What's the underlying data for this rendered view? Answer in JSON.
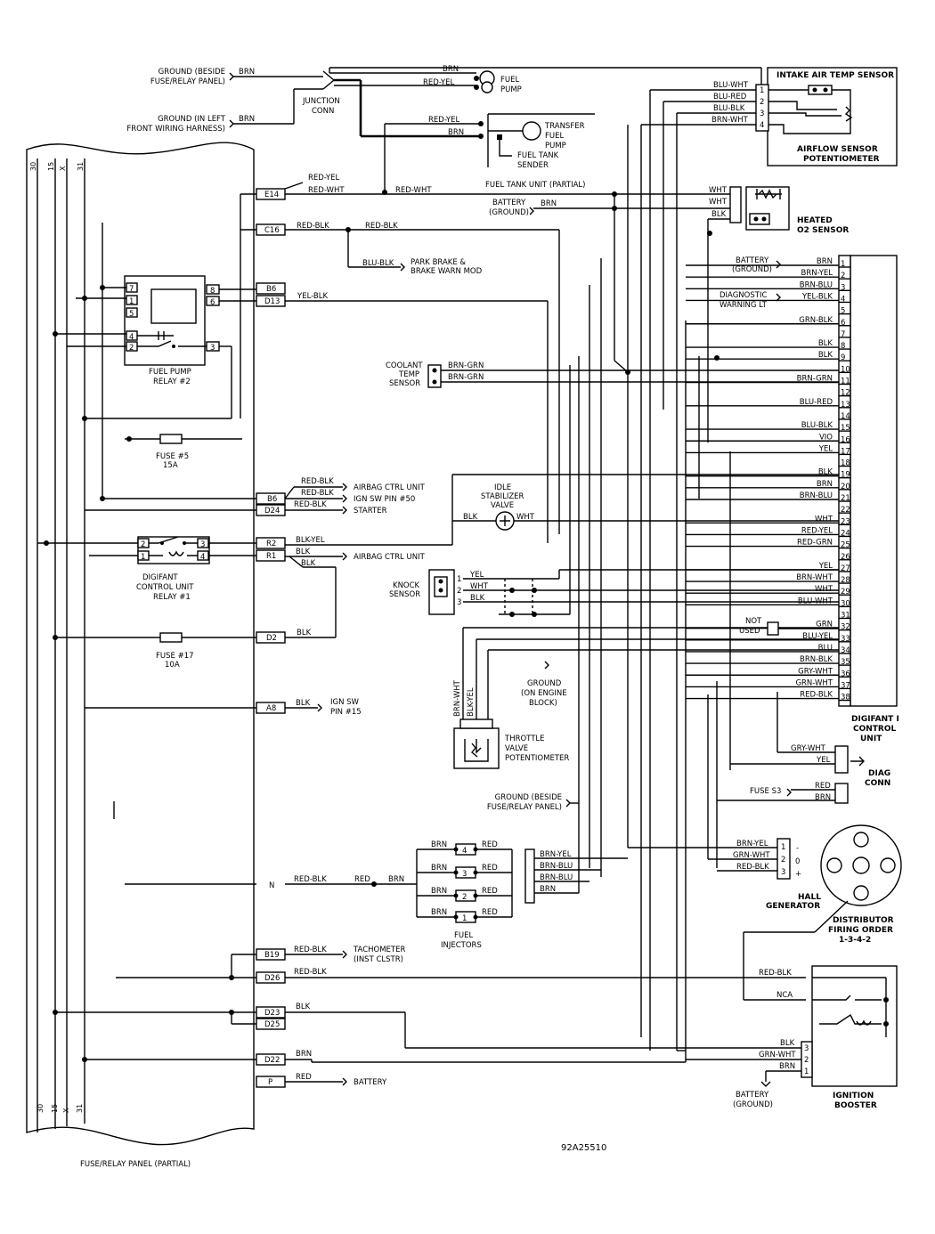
{
  "figure_id": "92A25510",
  "panel": {
    "label": "FUSE/RELAY PANEL (PARTIAL)",
    "rail_labels": [
      "30",
      "15",
      "X",
      "31"
    ],
    "connectors": [
      "E14",
      "C16",
      "B6",
      "D13",
      "B6",
      "D24",
      "R2",
      "R1",
      "D2",
      "A8",
      "N",
      "B19",
      "D26",
      "D23",
      "D25",
      "D22",
      "P"
    ],
    "fuse5": {
      "label": "FUSE #5",
      "rating": "15A"
    },
    "fuse17": {
      "label": "FUSE #17",
      "rating": "10A"
    },
    "relay2": {
      "label1": "FUEL PUMP",
      "label2": "RELAY #2",
      "pins": [
        "7",
        "1",
        "5",
        "4",
        "2",
        "8",
        "6",
        "3"
      ]
    },
    "relay1": {
      "label1": "DIGIFANT",
      "label2": "CONTROL UNIT",
      "label3": "RELAY #1",
      "pins": [
        "2",
        "1",
        "3",
        "4"
      ]
    }
  },
  "top": {
    "ground_beside": [
      "GROUND (BESIDE",
      "FUSE/RELAY PANEL)"
    ],
    "ground_left": [
      "GROUND (IN LEFT",
      "FRONT WIRING HARNESS)"
    ],
    "junction": [
      "JUNCTION",
      "CONN"
    ],
    "fuel_pump": [
      "FUEL",
      "PUMP"
    ],
    "transfer_pump": [
      "TRANSFER",
      "FUEL",
      "PUMP"
    ],
    "tank_sender": [
      "FUEL TANK",
      "SENDER"
    ],
    "tank_unit": "FUEL TANK UNIT (PARTIAL)",
    "battery_ground": [
      "BATTERY",
      "(GROUND)"
    ]
  },
  "components": {
    "intake_air": "INTAKE AIR TEMP SENSOR",
    "airflow": [
      "AIRFLOW SENSOR",
      "POTENTIOMETER"
    ],
    "o2": [
      "HEATED",
      "O2 SENSOR"
    ],
    "park_brake": [
      "PARK BRAKE &",
      "BRAKE WARN MOD"
    ],
    "diag_lt": [
      "DIAGNOSTIC",
      "WARNING LT"
    ],
    "coolant": [
      "COOLANT",
      "TEMP",
      "SENSOR"
    ],
    "airbag": "AIRBAG CTRL UNIT",
    "ign60": "IGN SW PIN #50",
    "starter": "STARTER",
    "idle": [
      "IDLE",
      "STABILIZER",
      "VALVE"
    ],
    "knock": [
      "KNOCK",
      "SENSOR"
    ],
    "engine_gnd": [
      "GROUND",
      "(ON ENGINE",
      "BLOCK)"
    ],
    "ign15": [
      "IGN SW",
      "PIN #15"
    ],
    "throttle": [
      "THROTTLE",
      "VALVE",
      "POTENTIOMETER"
    ],
    "not_used": [
      "NOT",
      "USED"
    ],
    "ecu": [
      "DIGIFANT I",
      "CONTROL",
      "UNIT"
    ],
    "diag_conn": [
      "DIAG",
      "CONN"
    ],
    "fuse_s3": "FUSE S3",
    "ground_beside2": [
      "GROUND (BESIDE",
      "FUSE/RELAY PANEL)"
    ],
    "tach": [
      "TACHOMETER",
      "(INST CLSTR)"
    ],
    "injectors": [
      "FUEL",
      "INJECTORS"
    ],
    "hall": [
      "HALL",
      "GENERATOR"
    ],
    "distributor": [
      "DISTRIBUTOR",
      "FIRING ORDER",
      "1-3-4-2"
    ],
    "battery": "BATTERY",
    "booster": [
      "IGNITION",
      "BOOSTER"
    ],
    "battery_gnd2": [
      "BATTERY",
      "(GROUND)"
    ]
  },
  "ecu_pins": [
    {
      "pin": "1",
      "wire": "BRN"
    },
    {
      "pin": "2",
      "wire": "BRN-YEL"
    },
    {
      "pin": "3",
      "wire": "BRN-BLU"
    },
    {
      "pin": "4",
      "wire": "YEL-BLK"
    },
    {
      "pin": "5",
      "wire": ""
    },
    {
      "pin": "6",
      "wire": "GRN-BLK"
    },
    {
      "pin": "7",
      "wire": ""
    },
    {
      "pin": "8",
      "wire": "BLK"
    },
    {
      "pin": "9",
      "wire": "BLK"
    },
    {
      "pin": "10",
      "wire": ""
    },
    {
      "pin": "11",
      "wire": "BRN-GRN"
    },
    {
      "pin": "12",
      "wire": ""
    },
    {
      "pin": "13",
      "wire": "BLU-RED"
    },
    {
      "pin": "14",
      "wire": ""
    },
    {
      "pin": "15",
      "wire": "BLU-BLK"
    },
    {
      "pin": "16",
      "wire": "VIO"
    },
    {
      "pin": "17",
      "wire": "YEL"
    },
    {
      "pin": "18",
      "wire": ""
    },
    {
      "pin": "19",
      "wire": "BLK"
    },
    {
      "pin": "20",
      "wire": "BRN"
    },
    {
      "pin": "21",
      "wire": "BRN-BLU"
    },
    {
      "pin": "22",
      "wire": ""
    },
    {
      "pin": "23",
      "wire": "WHT"
    },
    {
      "pin": "24",
      "wire": "RED-YEL"
    },
    {
      "pin": "25",
      "wire": "RED-GRN"
    },
    {
      "pin": "26",
      "wire": ""
    },
    {
      "pin": "27",
      "wire": "YEL"
    },
    {
      "pin": "28",
      "wire": "BRN-WHT"
    },
    {
      "pin": "29",
      "wire": "WHT"
    },
    {
      "pin": "30",
      "wire": "BLU-WHT"
    },
    {
      "pin": "31",
      "wire": ""
    },
    {
      "pin": "32",
      "wire": "GRN"
    },
    {
      "pin": "33",
      "wire": "BLU-YEL"
    },
    {
      "pin": "34",
      "wire": "BLU"
    },
    {
      "pin": "35",
      "wire": "BRN-BLK"
    },
    {
      "pin": "36",
      "wire": "GRY-WHT"
    },
    {
      "pin": "37",
      "wire": "GRN-WHT"
    },
    {
      "pin": "38",
      "wire": "RED-BLK"
    }
  ],
  "wire_labels": [
    {
      "id": "w1",
      "text": "BRN"
    },
    {
      "id": "w2",
      "text": "BRN"
    },
    {
      "id": "w3",
      "text": "BRN"
    },
    {
      "id": "w4",
      "text": "RED-YEL"
    },
    {
      "id": "w5",
      "text": "RED-YEL"
    },
    {
      "id": "w6",
      "text": "BRN"
    },
    {
      "id": "w7",
      "text": "RED-YEL"
    },
    {
      "id": "w8",
      "text": "RED-WHT"
    },
    {
      "id": "w9",
      "text": "RED-WHT"
    },
    {
      "id": "w10",
      "text": "BRN"
    },
    {
      "id": "w11",
      "text": "RED-BLK"
    },
    {
      "id": "w12",
      "text": "RED-BLK"
    },
    {
      "id": "w13",
      "text": "BLU-BLK"
    },
    {
      "id": "w14",
      "text": "YEL-BLK"
    },
    {
      "id": "w15",
      "text": "BLU-WHT"
    },
    {
      "id": "w16",
      "text": "BLU-RED"
    },
    {
      "id": "w17",
      "text": "BLU-BLK"
    },
    {
      "id": "w18",
      "text": "BRN-WHT"
    },
    {
      "id": "w19",
      "text": "WHT"
    },
    {
      "id": "w20",
      "text": "WHT"
    },
    {
      "id": "w21",
      "text": "BLK"
    },
    {
      "id": "w22",
      "text": "BRN-GRN"
    },
    {
      "id": "w23",
      "text": "BRN-GRN"
    },
    {
      "id": "w24",
      "text": "RED-BLK"
    },
    {
      "id": "w25",
      "text": "RED-BLK"
    },
    {
      "id": "w26",
      "text": "RED-BLK"
    },
    {
      "id": "w27",
      "text": "BLK"
    },
    {
      "id": "w28",
      "text": "WHT"
    },
    {
      "id": "w29",
      "text": "BLK-YEL"
    },
    {
      "id": "w30",
      "text": "BLK"
    },
    {
      "id": "w31",
      "text": "BLK"
    },
    {
      "id": "w32",
      "text": "YEL"
    },
    {
      "id": "w33",
      "text": "WHT"
    },
    {
      "id": "w34",
      "text": "BLK"
    },
    {
      "id": "w35",
      "text": "BLK"
    },
    {
      "id": "w36",
      "text": "BLK"
    },
    {
      "id": "w37",
      "text": "BRN-WHT"
    },
    {
      "id": "w38",
      "text": "BLK-YEL"
    },
    {
      "id": "w39",
      "text": "GRY-WHT"
    },
    {
      "id": "w40",
      "text": "YEL"
    },
    {
      "id": "w41",
      "text": "RED"
    },
    {
      "id": "w42",
      "text": "BRN"
    },
    {
      "id": "w43",
      "text": "RED-BLK"
    },
    {
      "id": "w44",
      "text": "RED"
    },
    {
      "id": "w45",
      "text": "BRN"
    },
    {
      "id": "w46",
      "text": "BRN"
    },
    {
      "id": "w47",
      "text": "RED"
    },
    {
      "id": "w48",
      "text": "BRN"
    },
    {
      "id": "w49",
      "text": "RED"
    },
    {
      "id": "w50",
      "text": "BRN"
    },
    {
      "id": "w51",
      "text": "RED"
    },
    {
      "id": "w52",
      "text": "BRN"
    },
    {
      "id": "w53",
      "text": "RED"
    },
    {
      "id": "w54",
      "text": "BRN-YEL"
    },
    {
      "id": "w55",
      "text": "BRN-BLU"
    },
    {
      "id": "w56",
      "text": "BRN-BLU"
    },
    {
      "id": "w57",
      "text": "BRN"
    },
    {
      "id": "w58",
      "text": "BRN-YEL"
    },
    {
      "id": "w59",
      "text": "GRN-WHT"
    },
    {
      "id": "w60",
      "text": "RED-BLK"
    },
    {
      "id": "w61",
      "text": "RED-BLK"
    },
    {
      "id": "w62",
      "text": "RED-BLK"
    },
    {
      "id": "w63",
      "text": "NCA"
    },
    {
      "id": "w64",
      "text": "BLK"
    },
    {
      "id": "w65",
      "text": "BLK"
    },
    {
      "id": "w66",
      "text": "GRN-WHT"
    },
    {
      "id": "w67",
      "text": "BRN"
    },
    {
      "id": "w68",
      "text": "BRN"
    },
    {
      "id": "w69",
      "text": "RED"
    },
    {
      "id": "w70",
      "text": "BLK"
    }
  ]
}
